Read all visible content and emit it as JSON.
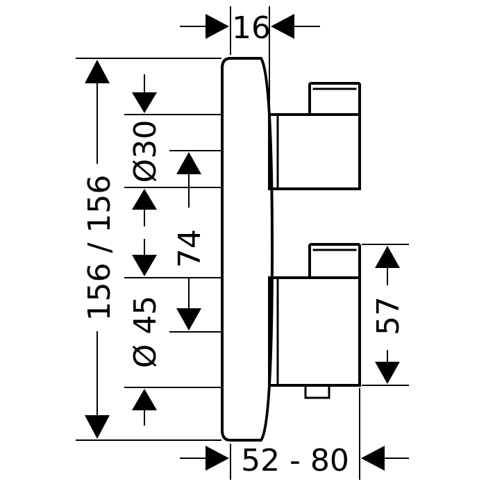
{
  "dimensions": {
    "top_width": "16",
    "diameter_small": "Ø30",
    "vertical_total": "156 / 156",
    "center_distance": "74",
    "diameter_large": "Ø 45",
    "handle_height": "57",
    "depth_range": "52 - 80"
  },
  "colors": {
    "line": "#000000",
    "background": "#ffffff"
  }
}
